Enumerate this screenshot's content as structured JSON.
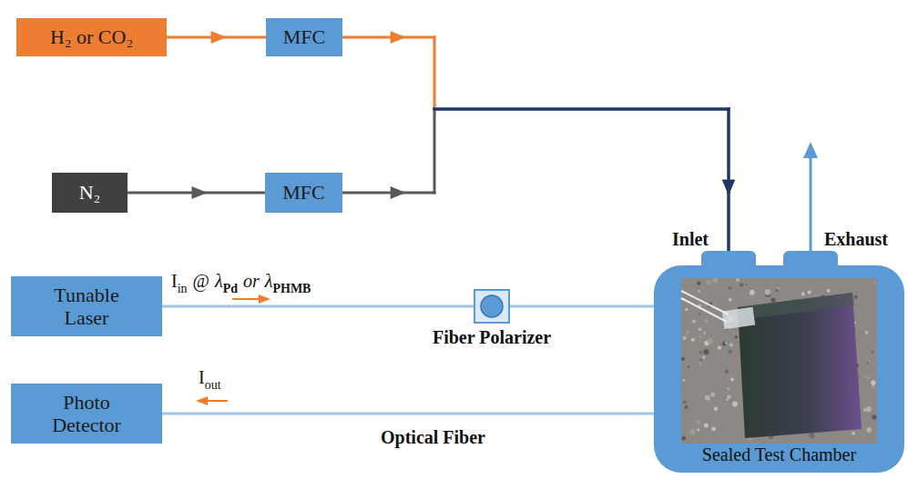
{
  "diagram": {
    "nodes": [
      {
        "text": [
          "H₂ or CO₂"
        ]
      },
      {
        "text": [
          "MFC"
        ]
      },
      {
        "text": [
          "N₂"
        ]
      },
      {
        "text": [
          "MFC"
        ]
      },
      {
        "text": [
          "Tunable Laser"
        ]
      },
      {
        "text": [
          "Fiber Polarizer"
        ]
      },
      {
        "text": [
          "Sealed Test Chamber"
        ]
      },
      {
        "text": [
          "Photo Detector"
        ]
      }
    ],
    "edges": [
      {
        "from": 0,
        "to": 1,
        "arrow": "to"
      },
      {
        "from": 1,
        "to": 6,
        "arrow": "to"
      },
      {
        "from": 2,
        "to": 3,
        "arrow": "to"
      },
      {
        "from": 3,
        "to": 6,
        "arrow": "to"
      },
      {
        "from": 4,
        "to": 5,
        "arrow": "none"
      },
      {
        "from": 5,
        "to": 6,
        "arrow": "none"
      },
      {
        "from": 6,
        "to": 7,
        "arrow": "none"
      }
    ],
    "labels": [
      "I",
      "in",
      "@",
      "λ",
      "Pd",
      "or",
      "λ",
      "PHMB",
      "I",
      "out",
      "Inlet",
      "Exhaust",
      "Optical Fiber"
    ]
  }
}
